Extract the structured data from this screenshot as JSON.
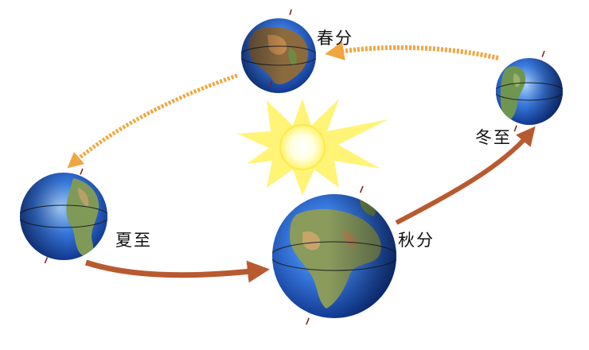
{
  "labels": {
    "spring_equinox": "春分",
    "summer_solstice": "夏至",
    "autumn_equinox": "秋分",
    "winter_solstice": "冬至"
  },
  "colors": {
    "arrow_light": "#f0a640",
    "arrow_dark": "#b85a30",
    "ocean": "#1f5fc8",
    "land": "#8b9a5a",
    "sun": "#fff36a"
  }
}
